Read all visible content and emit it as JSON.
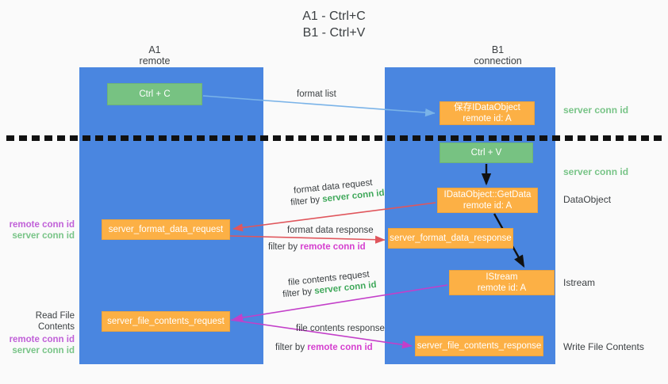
{
  "title": {
    "line1": "A1 - Ctrl+C",
    "line2": "B1 - Ctrl+V"
  },
  "columns": [
    {
      "id": "a1",
      "name": "A1",
      "sub": "remote"
    },
    {
      "id": "b1",
      "name": "B1",
      "sub": "connection"
    }
  ],
  "nodes": {
    "ctrl_c": {
      "line1": "Ctrl + C",
      "line2": "",
      "color": "#77c282"
    },
    "ctrl_v": {
      "line1": "Ctrl + V",
      "line2": "",
      "color": "#77c282"
    },
    "dataobject": {
      "line1": "保存IDataObject",
      "line2": "remote id: A",
      "color": "#fcb045"
    },
    "getdata": {
      "line1": "IDataObject::GetData",
      "line2": "remote id: A",
      "color": "#fcb045"
    },
    "istream": {
      "line1": "IStream",
      "line2": "remote id: A",
      "color": "#fcb045"
    },
    "server_format_data_request": {
      "line1": "server_format_data_request",
      "line2": "",
      "color": "#fcb045"
    },
    "server_format_data_response": {
      "line1": "server_format_data_response",
      "line2": "",
      "color": "#fcb045"
    },
    "server_file_contents_request": {
      "line1": "server_file_contents_request",
      "line2": "",
      "color": "#fcb045"
    },
    "server_file_contents_response": {
      "line1": "server_file_contents_response",
      "line2": "",
      "color": "#fcb045"
    }
  },
  "edge_labels": {
    "format_list": "format list",
    "format_data_request": "format data request",
    "format_data_request_filter_prefix": "filter by ",
    "format_data_request_filter_value": "server conn id",
    "format_data_response": "format data response",
    "format_data_response_filter_prefix": "filter by ",
    "format_data_response_filter_value": "remote conn id",
    "file_contents_request": "file contents request",
    "file_contents_request_filter_prefix": "filter by ",
    "file_contents_request_filter_value": "server conn id",
    "file_contents_response": "file contents response",
    "file_contents_response_filter_prefix": "filter by ",
    "file_contents_response_filter_value": "remote conn id"
  },
  "right_notes": {
    "server_conn_id_1": "server conn id",
    "server_conn_id_2": "server conn id",
    "dataobject": "DataObject",
    "istream": "Istream",
    "write_file_contents": "Write File Contents"
  },
  "left_notes": {
    "remote_conn_id_1": "remote conn id",
    "server_conn_id_1": "server conn id",
    "read_file_contents": "Read File Contents",
    "remote_conn_id_2": "remote conn id",
    "server_conn_id_2": "server conn id"
  },
  "colors": {
    "lane": "#4a86e0",
    "green_box": "#77c282",
    "orange_box": "#fcb045",
    "green_text": "#3fa85a",
    "green_note": "#78c487",
    "pink_text": "#d53fcf",
    "purple_text": "#c060d8",
    "blue_arrow": "#7ab3e8",
    "red_arrow": "#e0565c",
    "magenta_arrow": "#c33fc9",
    "black_arrow": "#111111",
    "background": "#fafafa"
  }
}
